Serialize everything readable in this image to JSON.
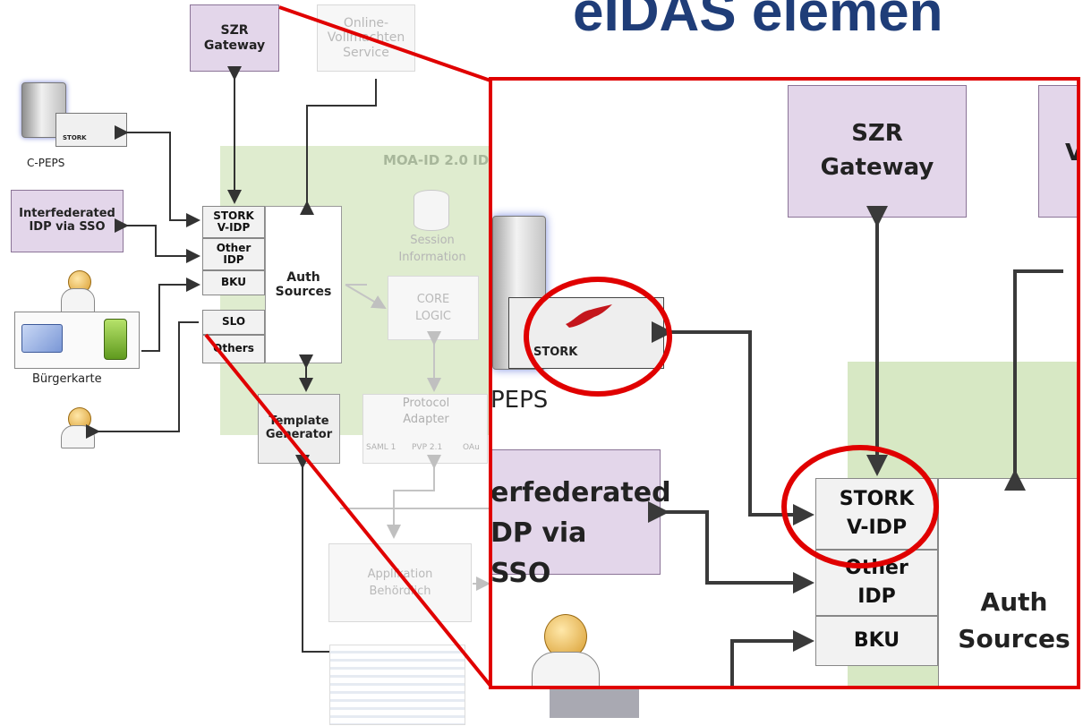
{
  "slide": {
    "title": "eIDAS elemen"
  },
  "diagram": {
    "szr_gateway": "SZR Gateway",
    "online_vollmachten": "Online-Vollmachten Service",
    "c_peps": "C-PEPS",
    "stork_badge": "STORK",
    "interfederated": "Interfederated IDP via SSO",
    "buergerkarte": "Bürgerkarte",
    "moa_id": "MOA-ID 2.0 ID",
    "stork_vidp": "STORK V-IDP",
    "other_idp": "Other IDP",
    "bku": "BKU",
    "slo": "SLO",
    "others": "Others",
    "auth_sources": "Auth Sources",
    "session_information": "Session Information",
    "core_logic": "CORE LOGIC",
    "protocol_adapter": "Protocol Adapter",
    "saml1": "SAML 1",
    "pvp21": "PVP 2.1",
    "oauth": "OAu",
    "template_generator": "Template Generator",
    "applikation": "Applikation Behördlich"
  },
  "zoom": {
    "szr_gateway": "SZR Gateway",
    "peps_fragment": "PEPS",
    "stork_badge": "STORK",
    "interfederated": "erfederated DP via SSO",
    "stork_vidp": "STORK V-IDP",
    "other_idp": "Other IDP",
    "bku": "BKU",
    "auth_sources": "Auth Sources"
  },
  "colors": {
    "highlight": "#e00000",
    "title": "#1f3d78",
    "purple": "#e3d6ea",
    "green": "#d7e8c4"
  }
}
